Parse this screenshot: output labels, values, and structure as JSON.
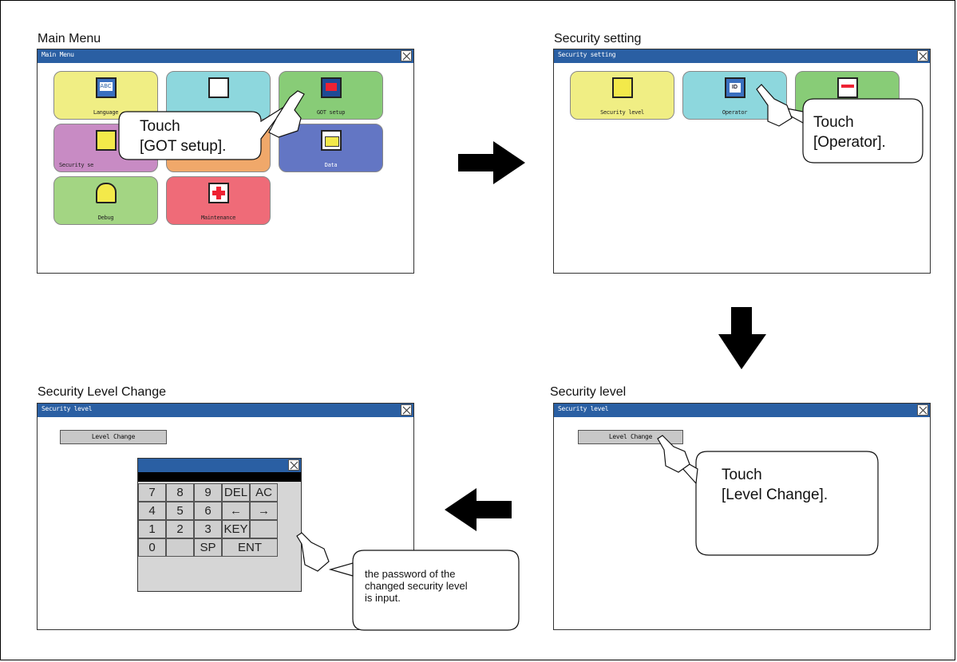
{
  "captions": {
    "main_menu": "Main Menu",
    "security_setting": "Security setting",
    "security_level": "Security level",
    "security_level_change": "Security Level Change"
  },
  "screen1": {
    "title": "Main Menu",
    "tiles": [
      {
        "label": "Language",
        "color": "#f0ee84"
      },
      {
        "label": "",
        "color": "#8dd7dd"
      },
      {
        "label": "GOT setup",
        "color": "#88cc77"
      },
      {
        "label": "Security se",
        "color": "#c88bc4"
      },
      {
        "label": "",
        "color": "#f0a86a"
      },
      {
        "label": "Data",
        "color": "#6376c4"
      },
      {
        "label": "Debug",
        "color": "#a3d583"
      },
      {
        "label": "Maintenance",
        "color": "#ef6b78"
      }
    ],
    "callout": [
      "Touch",
      "[GOT setup]."
    ]
  },
  "screen2": {
    "title": "Security setting",
    "tiles": [
      {
        "label": "Security level"
      },
      {
        "label": "Operator"
      },
      {
        "label": ""
      }
    ],
    "callout": [
      "Touch",
      "[Operator]."
    ]
  },
  "screen3": {
    "title": "Security level",
    "button": "Level Change",
    "callout": [
      "Touch",
      "[Level Change]."
    ]
  },
  "screen4": {
    "title": "Security level",
    "button": "Level Change",
    "keys": {
      "r1": [
        "7",
        "8",
        "9",
        "DEL",
        "AC"
      ],
      "r2": [
        "4",
        "5",
        "6",
        "←",
        "→"
      ],
      "r3": [
        "1",
        "2",
        "3",
        "KEY",
        ""
      ],
      "r4": [
        "0",
        "",
        "SP",
        "ENT"
      ]
    },
    "callout": [
      "the password of the",
      "changed security level",
      "is input."
    ]
  }
}
